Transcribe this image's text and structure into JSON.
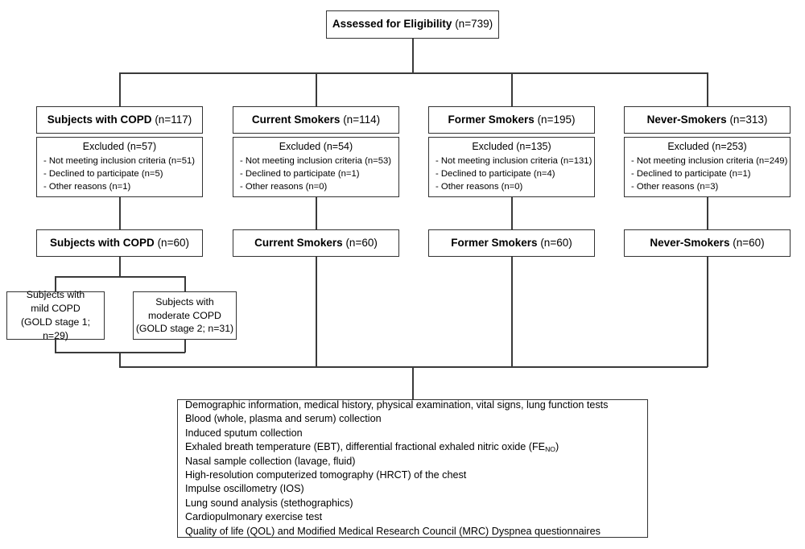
{
  "diagram": {
    "title": "CONSORT-style study enrollment flow diagram",
    "line_color": "#3a3a3a",
    "border_color": "#333333",
    "background": "#ffffff"
  },
  "top": {
    "label_bold": "Assessed for Eligibility",
    "label_count": " (n=739)"
  },
  "groups": [
    {
      "key": "copd",
      "name_bold": "Subjects with COPD",
      "screened_count": " (n=117)",
      "excluded_title": "Excluded (n=57)",
      "excluded_reasons": [
        "- Not meeting inclusion criteria (n=51)",
        "- Declined to participate (n=5)",
        "- Other reasons (n=1)"
      ],
      "enrolled_bold": "Subjects with COPD",
      "enrolled_count": " (n=60)"
    },
    {
      "key": "current",
      "name_bold": "Current Smokers",
      "screened_count": " (n=114)",
      "excluded_title": "Excluded (n=54)",
      "excluded_reasons": [
        "- Not meeting inclusion criteria (n=53)",
        "- Declined to participate (n=1)",
        "- Other reasons (n=0)"
      ],
      "enrolled_bold": "Current Smokers",
      "enrolled_count": " (n=60)"
    },
    {
      "key": "former",
      "name_bold": "Former Smokers",
      "screened_count": " (n=195)",
      "excluded_title": "Excluded (n=135)",
      "excluded_reasons": [
        "- Not meeting inclusion criteria (n=131)",
        "- Declined to participate (n=4)",
        "- Other reasons (n=0)"
      ],
      "enrolled_bold": "Former Smokers",
      "enrolled_count": " (n=60)"
    },
    {
      "key": "never",
      "name_bold": "Never-Smokers",
      "screened_count": " (n=313)",
      "excluded_title": "Excluded (n=253)",
      "excluded_reasons": [
        "- Not meeting inclusion criteria (n=249)",
        "- Declined to participate (n=1)",
        "- Other reasons (n=3)"
      ],
      "enrolled_bold": "Never-Smokers",
      "enrolled_count": " (n=60)"
    }
  ],
  "severity": [
    {
      "key": "mild",
      "line1": "Subjects with",
      "line2": "mild COPD",
      "line3": "(GOLD stage 1; n=29)"
    },
    {
      "key": "moderate",
      "line1": "Subjects with",
      "line2": "moderate COPD",
      "line3": "(GOLD stage 2; n=31)"
    }
  ],
  "procedures": {
    "items": [
      {
        "pre": "Demographic information, medical history, physical examination, vital signs, lung function tests",
        "sub": "",
        "post": ""
      },
      {
        "pre": "Blood (whole, plasma and serum) collection",
        "sub": "",
        "post": ""
      },
      {
        "pre": "Induced sputum collection",
        "sub": "",
        "post": ""
      },
      {
        "pre": "Exhaled breath temperature (EBT), differential fractional exhaled nitric oxide (FE",
        "sub": "NO",
        "post": ")"
      },
      {
        "pre": "Nasal sample collection (lavage, fluid)",
        "sub": "",
        "post": ""
      },
      {
        "pre": "High-resolution computerized tomography (HRCT) of the chest",
        "sub": "",
        "post": ""
      },
      {
        "pre": "Impulse oscillometry (IOS)",
        "sub": "",
        "post": ""
      },
      {
        "pre": "Lung sound analysis (stethographics)",
        "sub": "",
        "post": ""
      },
      {
        "pre": "Cardiopulmonary exercise test",
        "sub": "",
        "post": ""
      },
      {
        "pre": "Quality of life (QOL) and Modified Medical Research Council (MRC) Dyspnea questionnaires",
        "sub": "",
        "post": ""
      }
    ]
  }
}
